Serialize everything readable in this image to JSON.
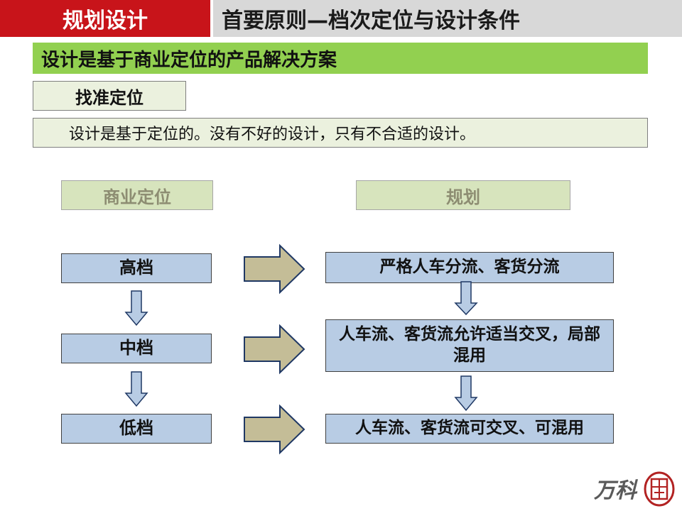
{
  "header": {
    "section": "规划设计",
    "title": "首要原则—档次定位与设计条件"
  },
  "banner": "设计是基于商业定位的产品解决方案",
  "tag": "找准定位",
  "note": "设计是基于定位的。没有不好的设计，只有不合适的设计。",
  "diagram": {
    "left_header": "商业定位",
    "right_header": "规划",
    "levels": [
      "高档",
      "中档",
      "低档"
    ],
    "plans": [
      "严格人车分流、客货分流",
      "人车流、客货流允许适当交叉，局部混用",
      "人车流、客货流可交叉、可混用"
    ]
  },
  "logo": {
    "text": "万科",
    "seal": "囲"
  },
  "colors": {
    "red": "#c8141a",
    "green": "#92d050",
    "light_green": "#ebf1de",
    "box_blue": "#b8cce4",
    "arrow_khaki": "#c4bd97"
  }
}
